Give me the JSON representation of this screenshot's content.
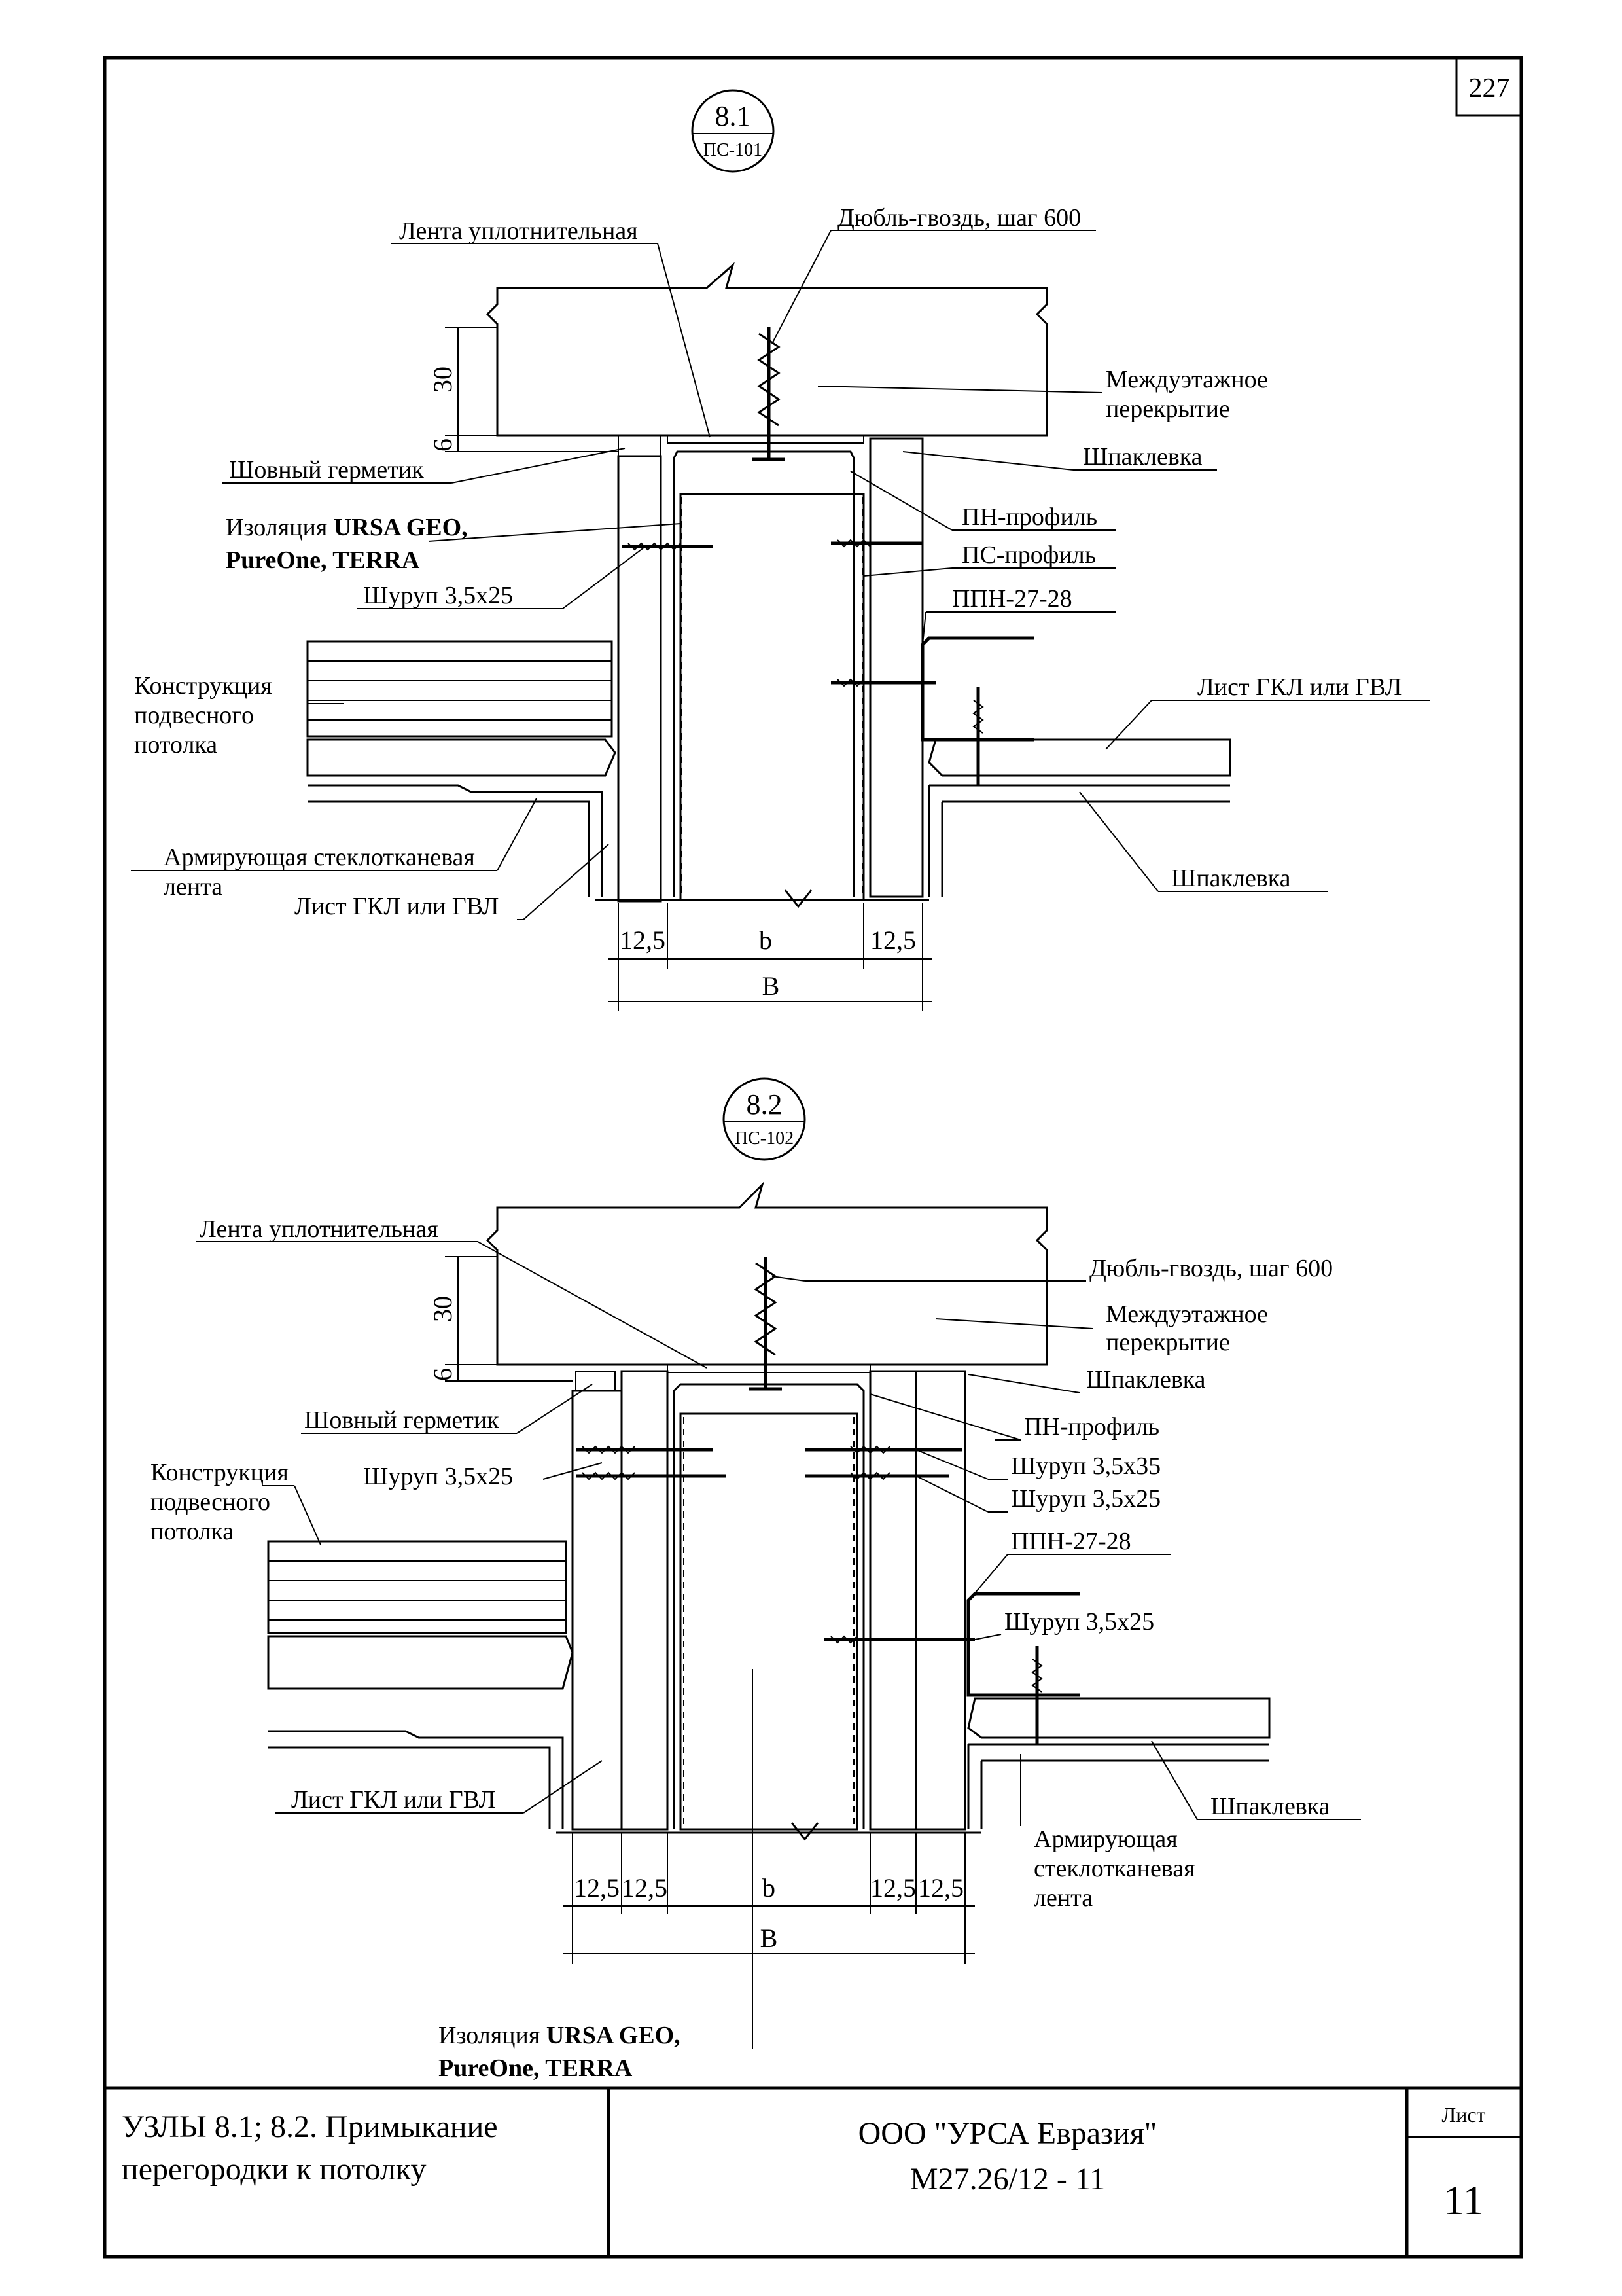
{
  "sheet": {
    "page_number": "227",
    "title_line1": "УЗЛЫ 8.1; 8.2. Примыкание",
    "title_line2": "перегородки к потолку",
    "company": "ООО \"УРСА Евразия\"",
    "document_code": "М27.26/12 - 11",
    "list_label": "Лист",
    "list_number": "11"
  },
  "detail1": {
    "marker_number": "8.1",
    "marker_ref": "ПС-101",
    "labels": {
      "sealing_tape": "Лента уплотнительная",
      "dowel_nail": "Дюбль-гвоздь, шаг 600",
      "floor_slab_1": "Междуэтажное",
      "floor_slab_2": "перекрытие",
      "joint_sealant": "Шовный герметик",
      "putty_top": "Шпаклевка",
      "insulation_1a": "Изоляция ",
      "insulation_1b": "URSA GEO,",
      "insulation_2": "PureOne, TERRA",
      "pn_profile": "ПН-профиль",
      "ps_profile": "ПС-профиль",
      "screw": "Шуруп 3,5х25",
      "ppn": "ППН-27-28",
      "ceiling_1": "Конструкция",
      "ceiling_2": "подвесного",
      "ceiling_3": "потолка",
      "gkl_right": "Лист ГКЛ или ГВЛ",
      "tape_1": "Армирующая стеклотканевая",
      "tape_2": "лента",
      "gkl_left": "Лист ГКЛ или ГВЛ",
      "putty_bottom": "Шпаклевка"
    },
    "dims": {
      "d30": "30",
      "d6": "6",
      "left": "12,5",
      "mid": "b",
      "right": "12,5",
      "total": "B"
    }
  },
  "detail2": {
    "marker_number": "8.2",
    "marker_ref": "ПС-102",
    "labels": {
      "sealing_tape": "Лента уплотнительная",
      "dowel_nail": "Дюбль-гвоздь, шаг 600",
      "floor_slab_1": "Междуэтажное",
      "floor_slab_2": "перекрытие",
      "putty_top": "Шпаклевка",
      "joint_sealant": "Шовный герметик",
      "pn_profile": "ПН-профиль",
      "screw_left": "Шуруп 3,5х25",
      "screw_35": "Шуруп 3,5х35",
      "screw_25": "Шуруп 3,5х25",
      "ppn": "ППН-27-28",
      "screw_ppn": "Шуруп 3,5х25",
      "ceiling_1": "Конструкция",
      "ceiling_2": "подвесного",
      "ceiling_3": "потолка",
      "gkl_left": "Лист ГКЛ или ГВЛ",
      "putty_bottom": "Шпаклевка",
      "tape_1": "Армирующая",
      "tape_2": "стеклотканевая",
      "tape_3": "лента",
      "insulation_1a": "Изоляция ",
      "insulation_1b": "URSA GEO,",
      "insulation_2": "PureOne, TERRA"
    },
    "dims": {
      "d30": "30",
      "d6": "6",
      "l1": "12,5",
      "l2": "12,5",
      "mid": "b",
      "r1": "12,5",
      "r2": "12,5",
      "total": "B"
    }
  }
}
